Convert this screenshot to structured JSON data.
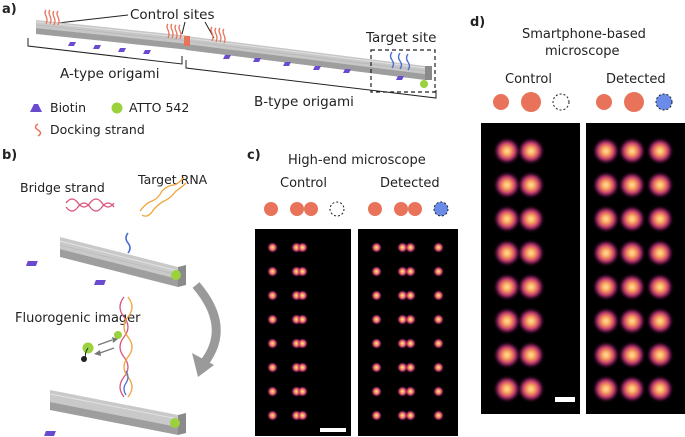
{
  "panel_a": {
    "letter": "a)",
    "control_sites": "Control sites",
    "target_site": "Target site",
    "a_type": "A-type origami",
    "b_type": "B-type origami",
    "legend": {
      "biotin": "Biotin",
      "atto": "ATTO 542",
      "docking": "Docking strand"
    }
  },
  "panel_b": {
    "letter": "b)",
    "bridge_strand": "Bridge strand",
    "target_rna": "Target RNA",
    "imager": "Fluorogenic imager"
  },
  "panel_c": {
    "letter": "c)",
    "title": "High-end microscope",
    "control": "Control",
    "detected": "Detected"
  },
  "panel_d": {
    "letter": "d)",
    "title_line1": "Smartphone-based",
    "title_line2": "microscope",
    "control": "Control",
    "detected": "Detected"
  },
  "colors": {
    "salmon": "#e8735a",
    "blue_dot": "#6a8ce8",
    "biotin": "#6a4bd0",
    "atto": "#9ad13c",
    "origami": "#a9a9a9"
  }
}
